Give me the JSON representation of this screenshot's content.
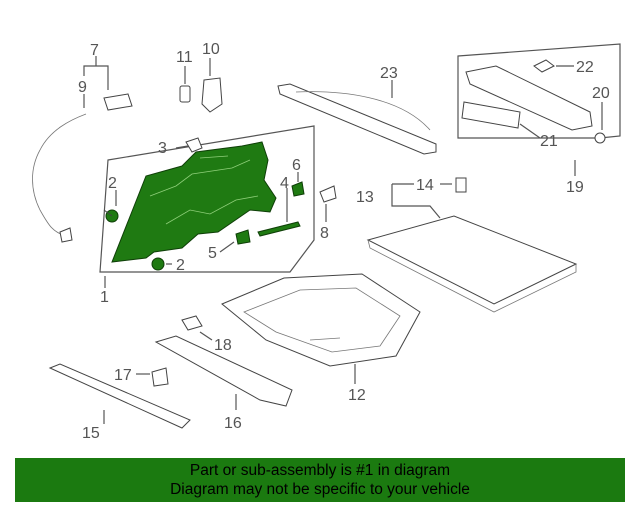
{
  "labels": {
    "l1": "1",
    "l2a": "2",
    "l2b": "2",
    "l3": "3",
    "l4": "4",
    "l5": "5",
    "l6": "6",
    "l7": "7",
    "l8": "8",
    "l9": "9",
    "l10": "10",
    "l11": "11",
    "l12": "12",
    "l13": "13",
    "l14": "14",
    "l15": "15",
    "l16": "16",
    "l17": "17",
    "l18": "18",
    "l19": "19",
    "l20": "20",
    "l21": "21",
    "l22": "22",
    "l23": "23"
  },
  "banner": {
    "line1": "Part or sub-assembly is #1 in diagram",
    "line2": "Diagram may not be specific to your vehicle"
  },
  "colors": {
    "highlight": "#1f7a12",
    "banner": "#1b7a10",
    "line": "#555555"
  }
}
